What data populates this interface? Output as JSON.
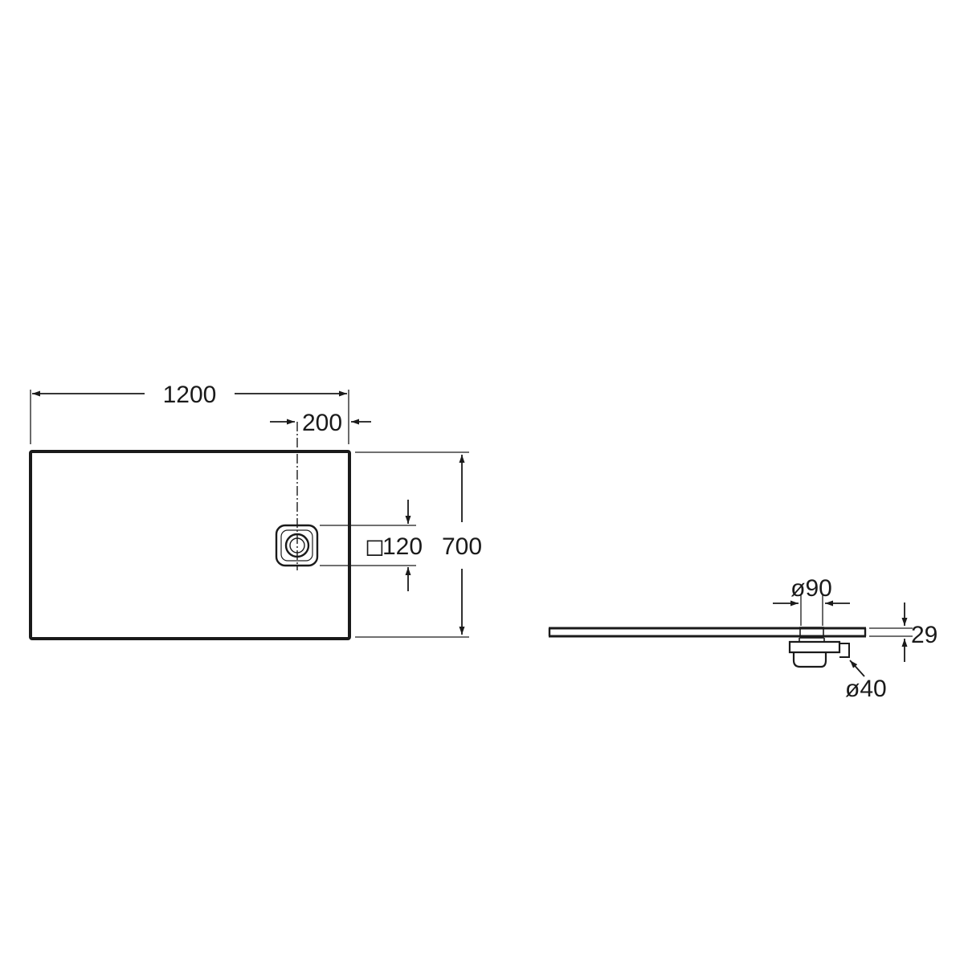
{
  "plan_view": {
    "dimensions": {
      "width": "1200",
      "waste_offset": "200",
      "waste_size_prefix": "◻",
      "waste_size": "120",
      "depth": "700"
    }
  },
  "side_view": {
    "dimensions": {
      "waste_diameter": "ø90",
      "thickness": "29",
      "outlet_diameter": "ø40"
    }
  }
}
